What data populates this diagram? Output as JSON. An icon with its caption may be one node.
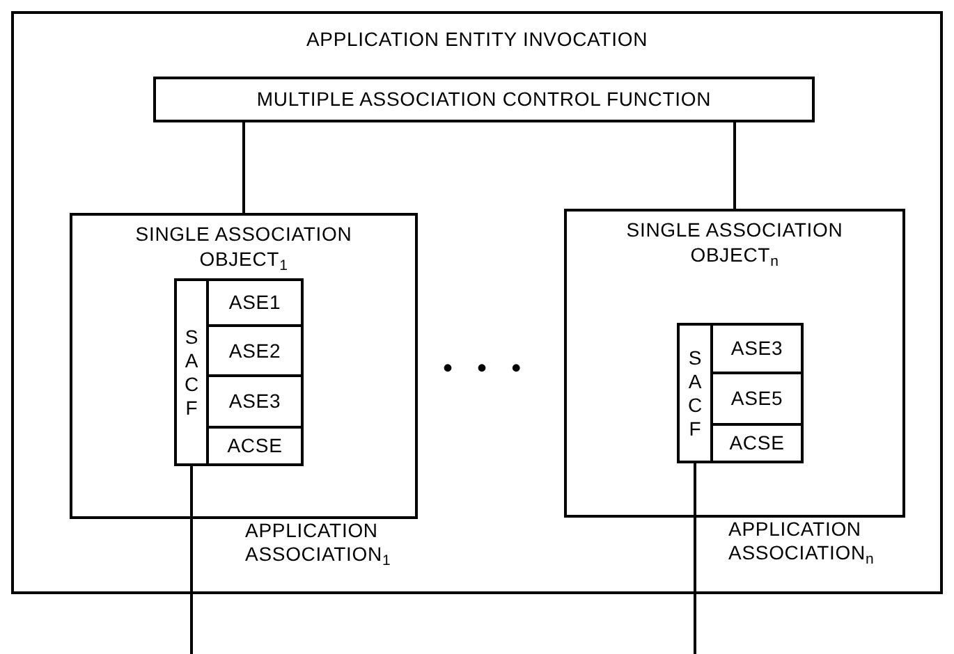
{
  "diagram": {
    "nodes": [
      {
        "text": [
          "APPLICATION ENTITY INVOCATION"
        ]
      },
      {
        "text": [
          "MULTIPLE ASSOCIATION CONTROL FUNCTION"
        ],
        "in": 0
      },
      {
        "text": [
          "SINGLE ASSOCIATION OBJECT$_{1}$"
        ],
        "in": 0,
        "beside": [
          "APPLICATION ASSOCIATION$_{1}$"
        ]
      },
      {
        "text": [
          "SACF"
        ],
        "in": 2
      },
      {
        "text": [
          "ASE1"
        ],
        "in": 2
      },
      {
        "text": [
          "ASE2"
        ],
        "in": 2
      },
      {
        "text": [
          "ASE3"
        ],
        "in": 2
      },
      {
        "text": [
          "ACSE"
        ],
        "in": 2
      },
      {
        "text": [
          "SINGLE ASSOCIATION OBJECT$_{n}$"
        ],
        "in": 0,
        "beside": [
          "APPLICATION ASSOCIATION$_{n}$"
        ]
      },
      {
        "text": [
          "SACF"
        ],
        "in": 8
      },
      {
        "text": [
          "ASE3"
        ],
        "in": 8
      },
      {
        "text": [
          "ASE5"
        ],
        "in": 8
      },
      {
        "text": [
          "ACSE"
        ],
        "in": 8
      }
    ],
    "edges": [
      {
        "from": 1,
        "to": 2,
        "arrow": "none"
      },
      {
        "from": 1,
        "to": 8,
        "arrow": "none"
      },
      {
        "from": 3,
        "to": null,
        "arrow": "none"
      },
      {
        "from": 9,
        "to": null,
        "arrow": "none"
      }
    ],
    "labels": [
      "• • •"
    ]
  }
}
